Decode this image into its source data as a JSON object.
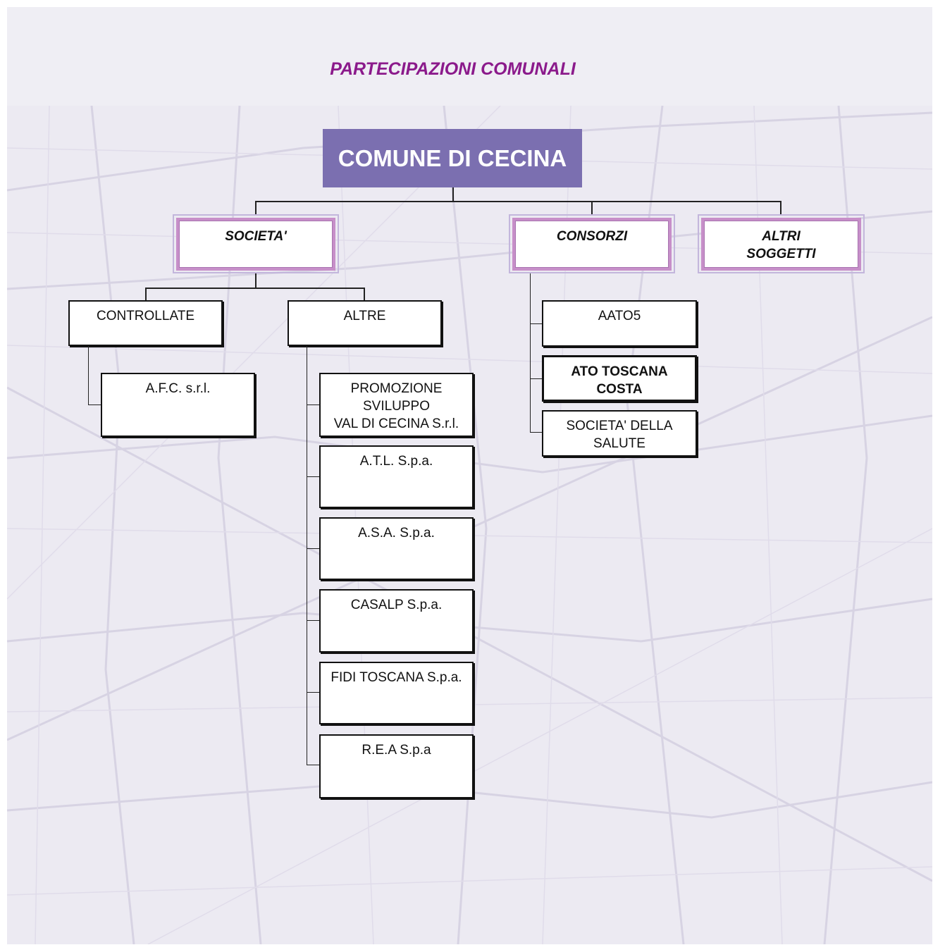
{
  "title": "PARTECIPAZIONI COMUNALI",
  "root": "COMUNE DI CECINA",
  "categories": {
    "societa": "SOCIETA'",
    "consorzi": "CONSORZI",
    "altri": "ALTRI\nSOGGETTI"
  },
  "societa_groups": {
    "controllate": "CONTROLLATE",
    "altre": "ALTRE"
  },
  "controllate_items": [
    "A.F.C. s.r.l."
  ],
  "altre_items": [
    "PROMOZIONE\nSVILUPPO\nVAL DI CECINA S.r.l.",
    "A.T.L. S.p.a.",
    "A.S.A. S.p.a.",
    "CASALP S.p.a.",
    "FIDI TOSCANA S.p.a.",
    "R.E.A S.p.a"
  ],
  "consorzi_items": [
    "AATO5",
    "ATO TOSCANA\nCOSTA",
    "SOCIETA' DELLA\nSALUTE"
  ],
  "colors": {
    "title": "#8b1a8b",
    "root_fill": "#7b6fb0",
    "category_border": "#c78fc9"
  }
}
